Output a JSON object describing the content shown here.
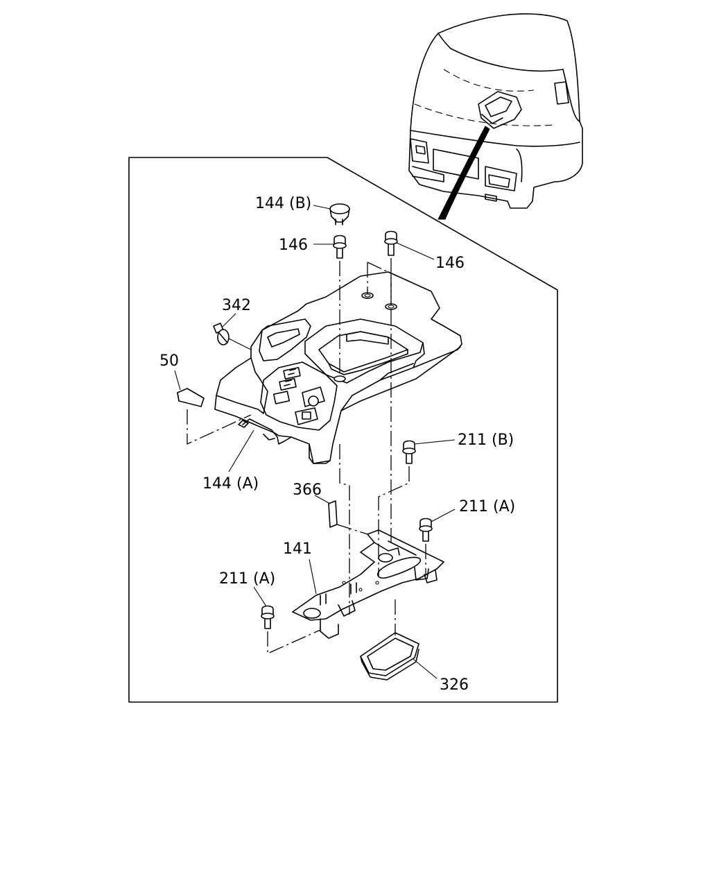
{
  "labels": {
    "p144b": "144 (B)",
    "p146_left": "146",
    "p146_right": "146",
    "p342": "342",
    "p50": "50",
    "p144a": "144 (A)",
    "p211b": "211 (B)",
    "p366": "366",
    "p211a_right": "211 (A)",
    "p141": "141",
    "p211a_left": "211 (A)",
    "p326": "326"
  }
}
